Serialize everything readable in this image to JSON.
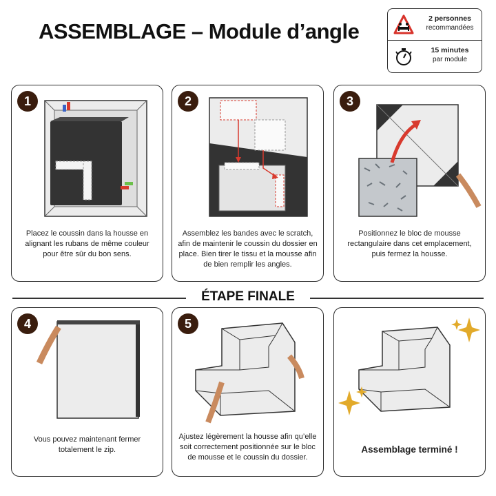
{
  "header": {
    "title": "ASSEMBLAGE – Module d’angle"
  },
  "info": {
    "people_bold": "2 personnes",
    "people_sub": "recommandées",
    "time_bold": "15 minutes",
    "time_sub": "par module"
  },
  "steps": [
    {
      "number": "1",
      "caption": "Placez le coussin dans la housse en alignant les rubans de même couleur pour être sûr du bon sens."
    },
    {
      "number": "2",
      "caption": "Assemblez les bandes avec le scratch, afin de maintenir le coussin du dossier en place. Bien tirer le tissu et la mousse afin de bien remplir les angles."
    },
    {
      "number": "3",
      "caption": "Positionnez le bloc de mousse rectangulaire dans cet emplacement, puis fermez la housse."
    },
    {
      "number": "4",
      "caption": "Vous pouvez maintenant fermer totalement le zip."
    },
    {
      "number": "5",
      "caption": "Ajustez légèrement la housse afin qu’elle soit correctement positionnée sur le bloc de mousse et le coussin du dossier."
    }
  ],
  "final": {
    "label": "ÉTAPE FINALE",
    "done": "Assemblage terminé !"
  },
  "colors": {
    "badge": "#3a1d0e",
    "cushion": "#333333",
    "tape_red": "#d83a2e",
    "tape_blue": "#3a63c8",
    "tape_green": "#6cc04a",
    "sparkle": "#e2aa2a"
  }
}
